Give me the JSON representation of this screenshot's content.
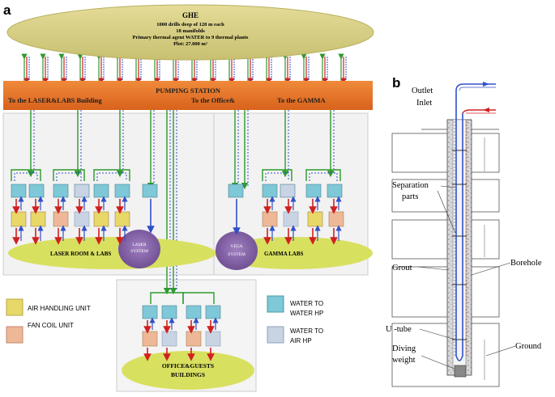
{
  "panel_a": {
    "letter": "a",
    "ghe": {
      "title": "GHE",
      "line1": "1000 drills deep of 120 m each",
      "line2": "18 manifolds",
      "line3": "Primary thermal agent WATER to 9 thermal plants",
      "line4": "Plot: 27.000 m²"
    },
    "pumping": {
      "title": "PUMPING STATION",
      "to_laser": "To the LASER&LABS Building",
      "to_office": "To the Office&",
      "to_gamma": "To the GAMMA"
    },
    "zones": {
      "laser_room": "LASER ROOM & LABS",
      "laser_system_1": "LASER",
      "laser_system_2": "SYSTEM",
      "vega_1": "VEGA",
      "vega_2": "SYSTEM",
      "gamma_labs": "GAMMA LABS",
      "office_1": "OFFICE&GUESTS",
      "office_2": "BUILDINGS"
    },
    "legend": {
      "ahu": "AIR HANDLING UNIT",
      "fcu": "FAN COIL UNIT",
      "w2w_1": "WATER TO",
      "w2w_2": "WATER HP",
      "w2a_1": "WATER TO",
      "w2a_2": "AIR HP"
    },
    "colors": {
      "ghe_fill": "#d8d088",
      "pump_fill": "#e8782c",
      "ahu": "#e8d868",
      "fcu": "#eeb898",
      "w2w": "#7ec8d8",
      "w2a": "#c8d4e4",
      "floor": "#d8e060",
      "system": "#8a64a6",
      "arrow_red": "#d02020",
      "arrow_green": "#2c9a2c",
      "arrow_blue": "#3050c8"
    }
  },
  "panel_b": {
    "letter": "b",
    "outlet": "Outlet",
    "inlet": "Inlet",
    "separation_1": "Separation",
    "separation_2": "parts",
    "grout": "Grout",
    "borehole": "Borehole",
    "utube": "U -tube",
    "diving_1": "Diving",
    "diving_2": "weight",
    "ground": "Ground"
  }
}
